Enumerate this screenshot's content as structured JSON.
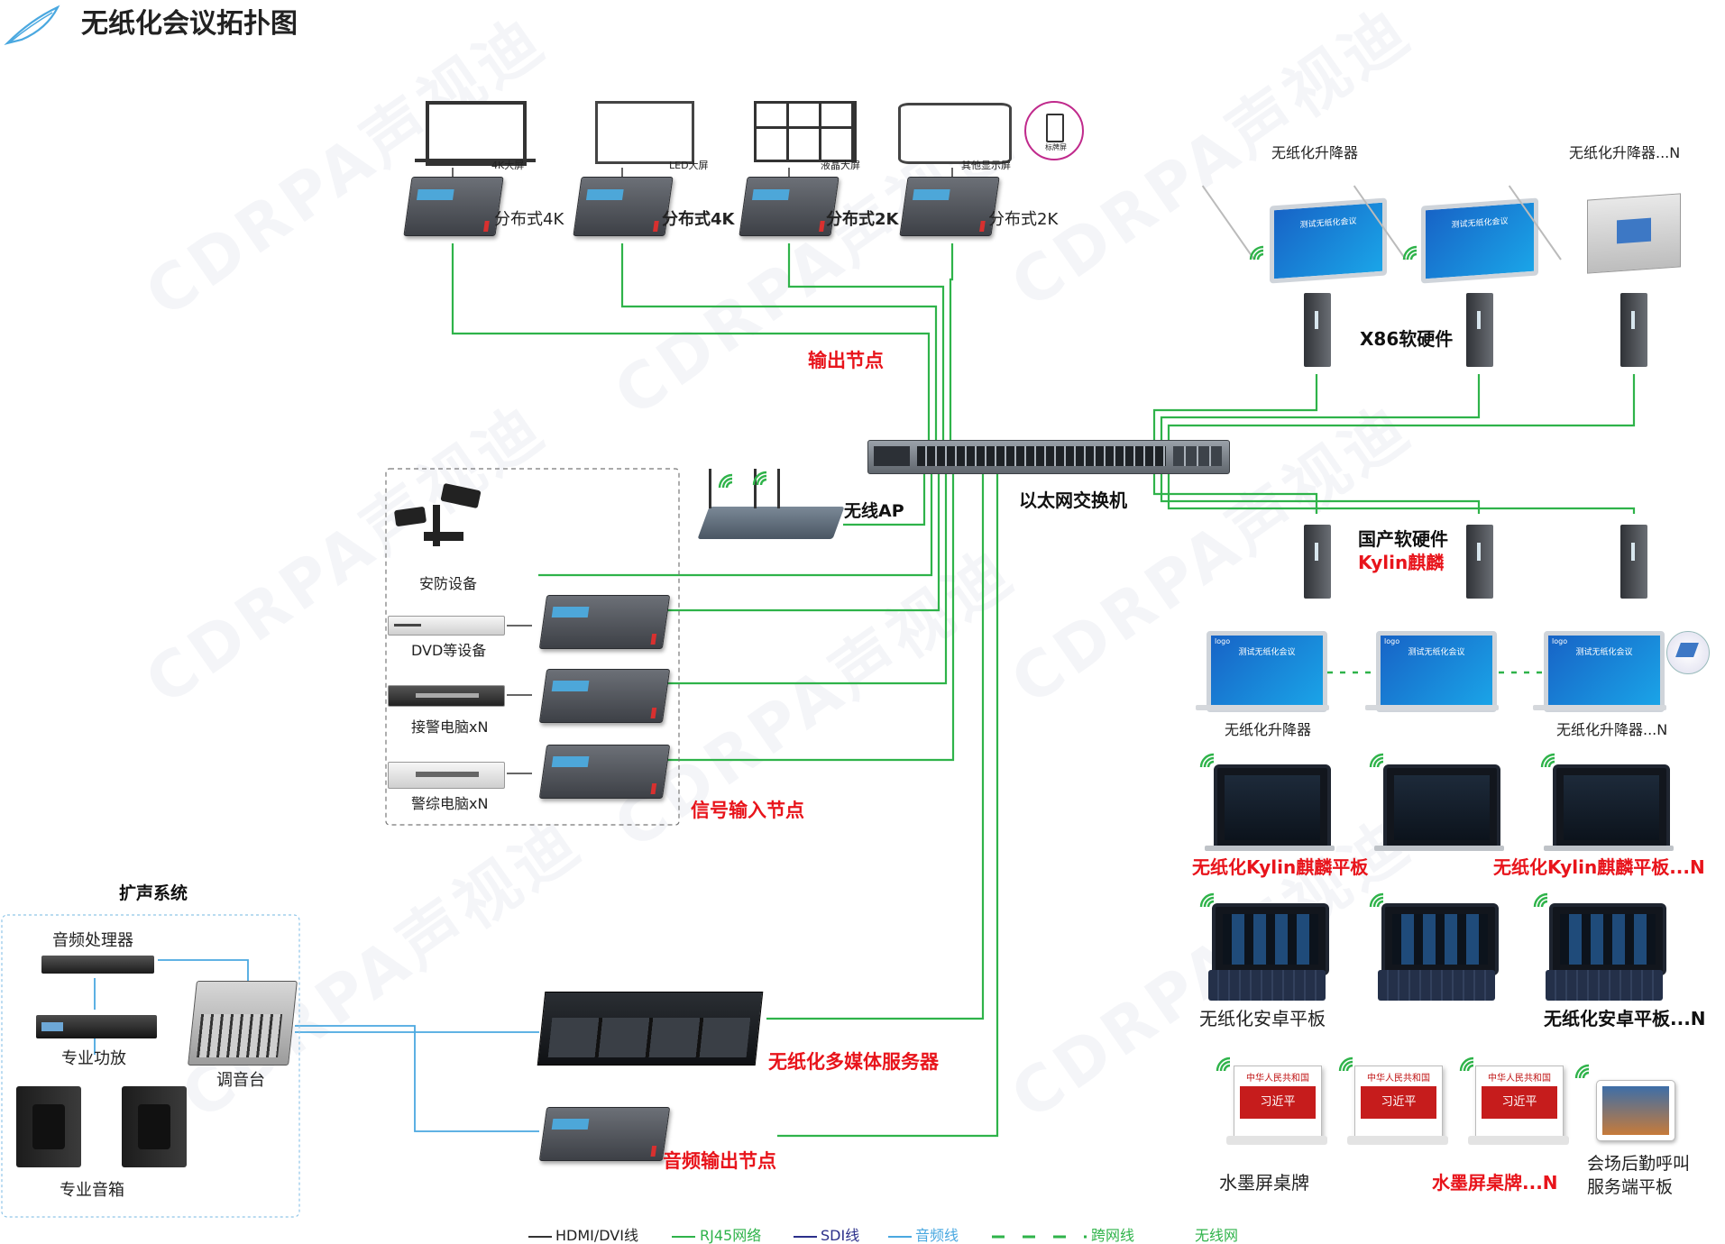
{
  "title": "无纸化会议拓扑图",
  "colors": {
    "rj45": "#2fb34a",
    "hdmi": "#333333",
    "sdi": "#2b2f8a",
    "audio": "#4aa8e0",
    "title": "#222222",
    "accent_red": "#e8141b"
  },
  "top_screens": [
    {
      "screen_label": "4K大屏",
      "node_label": "分布式4K",
      "bold": false
    },
    {
      "screen_label": "LED大屏",
      "node_label": "分布式4K",
      "bold": true
    },
    {
      "screen_label": "液晶大屏",
      "node_label": "分布式2K",
      "bold": true
    },
    {
      "screen_label": "其他显示屏",
      "node_label": "分布式2K",
      "bold": false
    }
  ],
  "small_screen_label": "标牌屏",
  "output_node_label": "输出节点",
  "switch_label": "以太网交换机",
  "ap_label": "无线AP",
  "inputs": {
    "security_label": "安防设备",
    "dvd_label": "DVD等设备",
    "alarm_pc_label": "接警电脑xN",
    "police_pc_label": "警综电脑xN",
    "group_label": "信号输入节点"
  },
  "right_top": {
    "lift1_label": "无纸化升降器",
    "liftN_label": "无纸化升降器...N",
    "x86_label": "X86软硬件",
    "screen_text": "测试无纸化会议"
  },
  "right_mid": {
    "domestic_label": "国产软硬件",
    "kylin_label": "Kylin麒麟",
    "lift1_label": "无纸化升降器",
    "liftN_label": "无纸化升降器...N",
    "screen_text": "测试无纸化会议",
    "logo": "logo"
  },
  "kylin_tablets": {
    "left": "无纸化Kylin麒麟平板",
    "right": "无纸化Kylin麒麟平板...N"
  },
  "android_tablets": {
    "left": "无纸化安卓平板",
    "right": "无纸化安卓平板...N"
  },
  "name_plates": {
    "header": "中华人民共和国",
    "name": "习近平",
    "left": "水墨屏桌牌",
    "right": "水墨屏桌牌...N",
    "service_line1": "会场后勤呼叫",
    "service_line2": "服务端平板"
  },
  "audio_system": {
    "title": "扩声系统",
    "processor": "音频处理器",
    "amp": "专业功放",
    "mixer": "调音台",
    "speaker": "专业音箱"
  },
  "media_server_label": "无纸化多媒体服务器",
  "audio_out_label": "音频输出节点",
  "legend": [
    {
      "label": "HDMI/DVI线",
      "style": "hdmi"
    },
    {
      "label": "RJ45网络",
      "style": "rj45"
    },
    {
      "label": "SDI线",
      "style": "sdi"
    },
    {
      "label": "音频线",
      "style": "audio"
    },
    {
      "label": "跨网线",
      "style": "cross"
    },
    {
      "label": "无线网",
      "style": "wifi"
    }
  ],
  "watermark_text": "CDRPA声视迪"
}
